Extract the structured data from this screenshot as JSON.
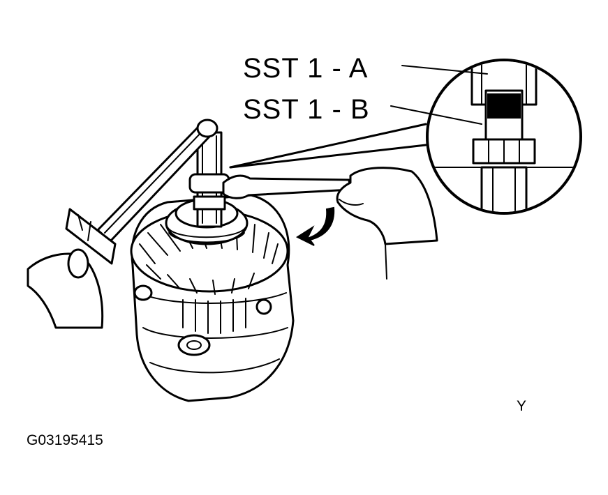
{
  "callouts": {
    "sst_a": "SST 1 - A",
    "sst_b": "SST 1 - B"
  },
  "corner_mark": "Y",
  "figure_id": "G03195415"
}
